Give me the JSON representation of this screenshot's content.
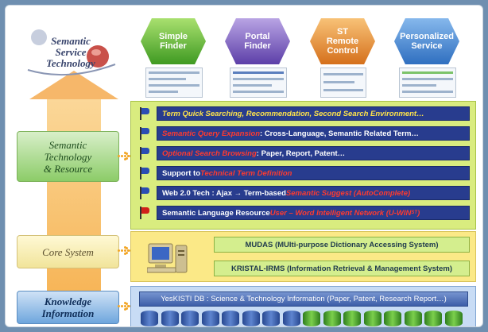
{
  "logo": {
    "line1": "Semantic",
    "line2": "Service",
    "line3": "Technology"
  },
  "services": [
    {
      "line1": "Simple",
      "line2": "Finder",
      "line3": ""
    },
    {
      "line1": "Portal",
      "line2": "Finder",
      "line3": ""
    },
    {
      "line1": "ST",
      "line2": "Remote",
      "line3": "Control"
    },
    {
      "line1": "Personalized",
      "line2": "Service",
      "line3": ""
    }
  ],
  "left": {
    "semantic": {
      "line1": "Semantic",
      "line2": "Technology",
      "line3": "& Resource"
    },
    "core": "Core System",
    "knowledge": {
      "line1": "Knowledge",
      "line2": "Information"
    }
  },
  "semantic_rows": [
    {
      "parts": [
        {
          "t": "Term Quick Searching, Recommendation,  Second Search Environment…",
          "c": "yel"
        }
      ]
    },
    {
      "parts": [
        {
          "t": "Semantic Query Expansion",
          "c": "red"
        },
        {
          "t": " : Cross-Language, Semantic Related Term…",
          "c": ""
        }
      ]
    },
    {
      "parts": [
        {
          "t": "Optional Search Browsing",
          "c": "red"
        },
        {
          "t": " : Paper, Report, Patent…",
          "c": ""
        }
      ]
    },
    {
      "parts": [
        {
          "t": "Support to ",
          "c": ""
        },
        {
          "t": "Technical Term Definition",
          "c": "red"
        }
      ]
    },
    {
      "parts": [
        {
          "t": "Web 2.0 Tech : Ajax → Term-based ",
          "c": ""
        },
        {
          "t": "Semantic Suggest (AutoComplete)",
          "c": "red"
        }
      ]
    },
    {
      "parts": [
        {
          "t": "Semantic Language Resource  ",
          "c": ""
        },
        {
          "t": "User – Word Intelligent Network (U-WIN",
          "c": "red"
        },
        {
          "t": "ST",
          "c": "red sup"
        },
        {
          "t": ")",
          "c": "red"
        }
      ]
    }
  ],
  "core_rows": [
    "MUDAS (MUlti-purpose Dictionary Accessing System)",
    "KRISTAL-IRMS (Information Retrieval & Management System)"
  ],
  "knowledge_bar": "YesKISTI DB : Science & Technology Information (Paper, Patent, Research Report…)",
  "colors": {
    "accent_orange": "#f2a627",
    "row_navy": "#283c8e",
    "highlight_red": "#ff3b2f",
    "highlight_yellow": "#ffe44a"
  }
}
